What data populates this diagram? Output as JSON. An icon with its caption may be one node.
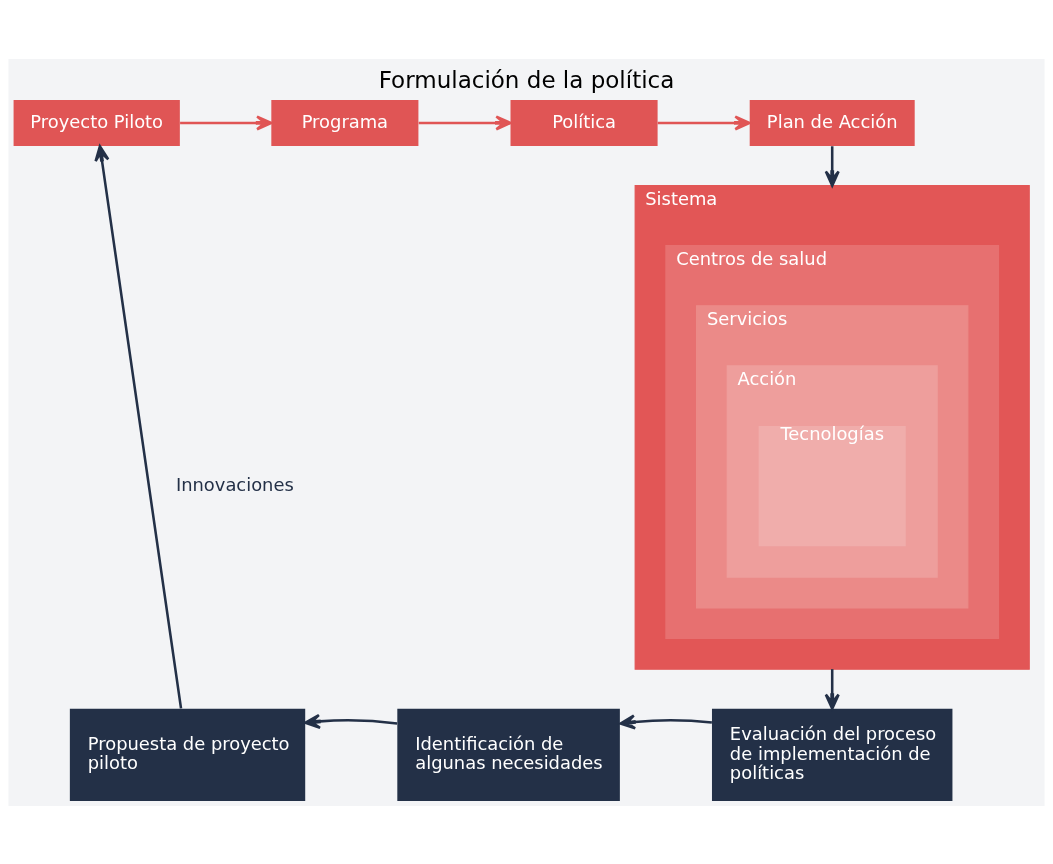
{
  "diagram": {
    "title": "Formulación de la política",
    "nodes": [
      {
        "text": [
          "Proyecto Piloto"
        ]
      },
      {
        "text": [
          "Programa"
        ]
      },
      {
        "text": [
          "Política"
        ]
      },
      {
        "text": [
          "Plan de Acción"
        ]
      },
      {
        "text": [
          "Sistema"
        ]
      },
      {
        "text": [
          "Centros de salud"
        ],
        "in": 4
      },
      {
        "text": [
          "Servicios"
        ],
        "in": 5
      },
      {
        "text": [
          "Acción"
        ],
        "in": 6
      },
      {
        "text": [
          "Tecnologías"
        ],
        "in": 7
      },
      {
        "text": [
          "Propuesta de proyecto piloto"
        ]
      },
      {
        "text": [
          "Identificación de algunas necesidades"
        ]
      },
      {
        "text": [
          "Evaluación del proceso de implementación de políticas"
        ]
      }
    ],
    "edges": [
      {
        "from": 0,
        "to": 1,
        "arrow": "to",
        "color": "#e05555"
      },
      {
        "from": 1,
        "to": 2,
        "arrow": "to",
        "color": "#e05555"
      },
      {
        "from": 2,
        "to": 3,
        "arrow": "to",
        "color": "#e05555"
      },
      {
        "from": 3,
        "to": 4,
        "arrow": "to"
      },
      {
        "from": 4,
        "to": 11,
        "arrow": "to"
      },
      {
        "from": 11,
        "to": 10,
        "arrow": "to"
      },
      {
        "from": 10,
        "to": 9,
        "arrow": "to"
      },
      {
        "from": 9,
        "to": 0,
        "arrow": "to",
        "label": "Innovaciones"
      }
    ]
  }
}
